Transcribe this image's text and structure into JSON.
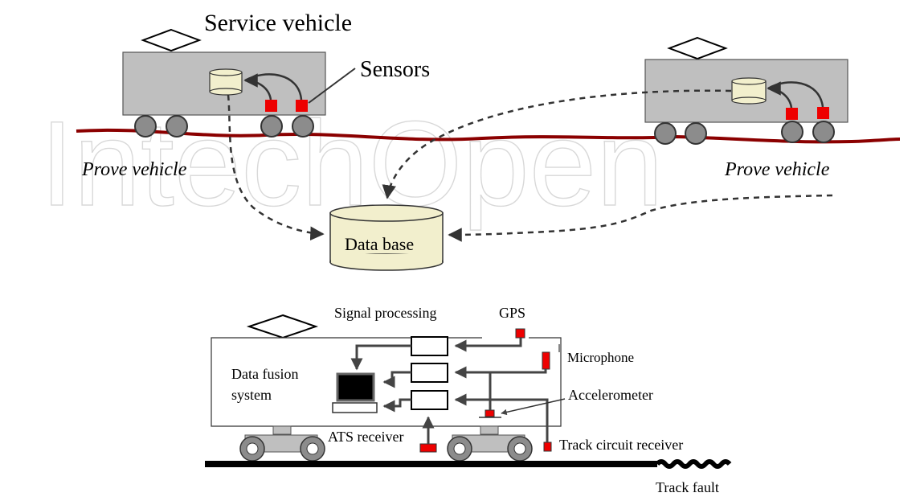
{
  "labels": {
    "service_vehicle": "Service vehicle",
    "sensors": "Sensors",
    "prove_vehicle_left": "Prove vehicle",
    "prove_vehicle_right": "Prove vehicle",
    "database": "Data base",
    "signal_processing": "Signal processing",
    "gps": "GPS",
    "microphone": "Microphone",
    "data_fusion_line1": "Data fusion",
    "data_fusion_line2": "system",
    "accelerometer": "Accelerometer",
    "ats_receiver": "ATS receiver",
    "track_circuit_receiver": "Track circuit receiver",
    "track_fault": "Track fault"
  },
  "watermark": "IntechOpen",
  "colors": {
    "vehicle_body": "#bfbfbf",
    "wheel": "#8c8c8c",
    "sensor": "#ee0000",
    "database_fill": "#f2efcd",
    "track_line": "#8b0000",
    "arrow": "#333333"
  }
}
